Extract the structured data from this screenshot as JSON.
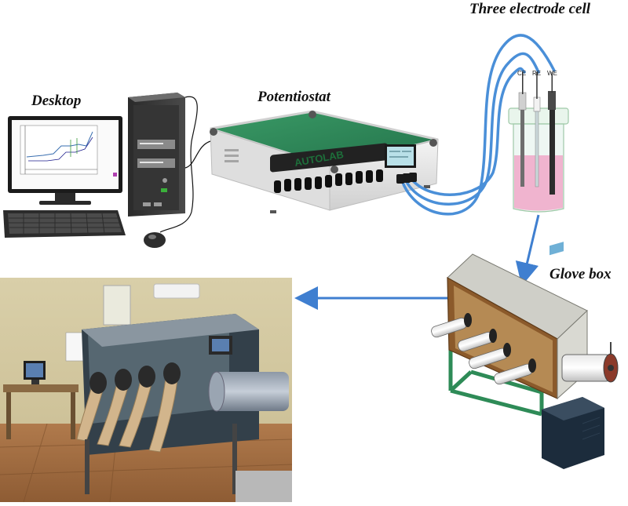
{
  "labels": {
    "desktop": "Desktop",
    "potentiostat": "Potentiostat",
    "three_electrode_cell": "Three electrode cell",
    "glove_box": "Glove box"
  },
  "potentiostat": {
    "brand": "AUTOLAB"
  },
  "electrodes": {
    "ce": "CE",
    "re": "RE",
    "we": "WE"
  },
  "colors": {
    "cable_blue": "#4a8fd8",
    "arrow_blue": "#3f7fd0",
    "potentiostat_top": "#2f8a5a",
    "autolab_text": "#1d6e3a",
    "glovebox_frame": "#2e8b57",
    "glovebox_interior": "#8b5a2b",
    "electrolyte": "#f0a8c8"
  },
  "icons": {
    "arrow_down": "arrow-down-icon",
    "arrow_left": "arrow-left-icon"
  }
}
